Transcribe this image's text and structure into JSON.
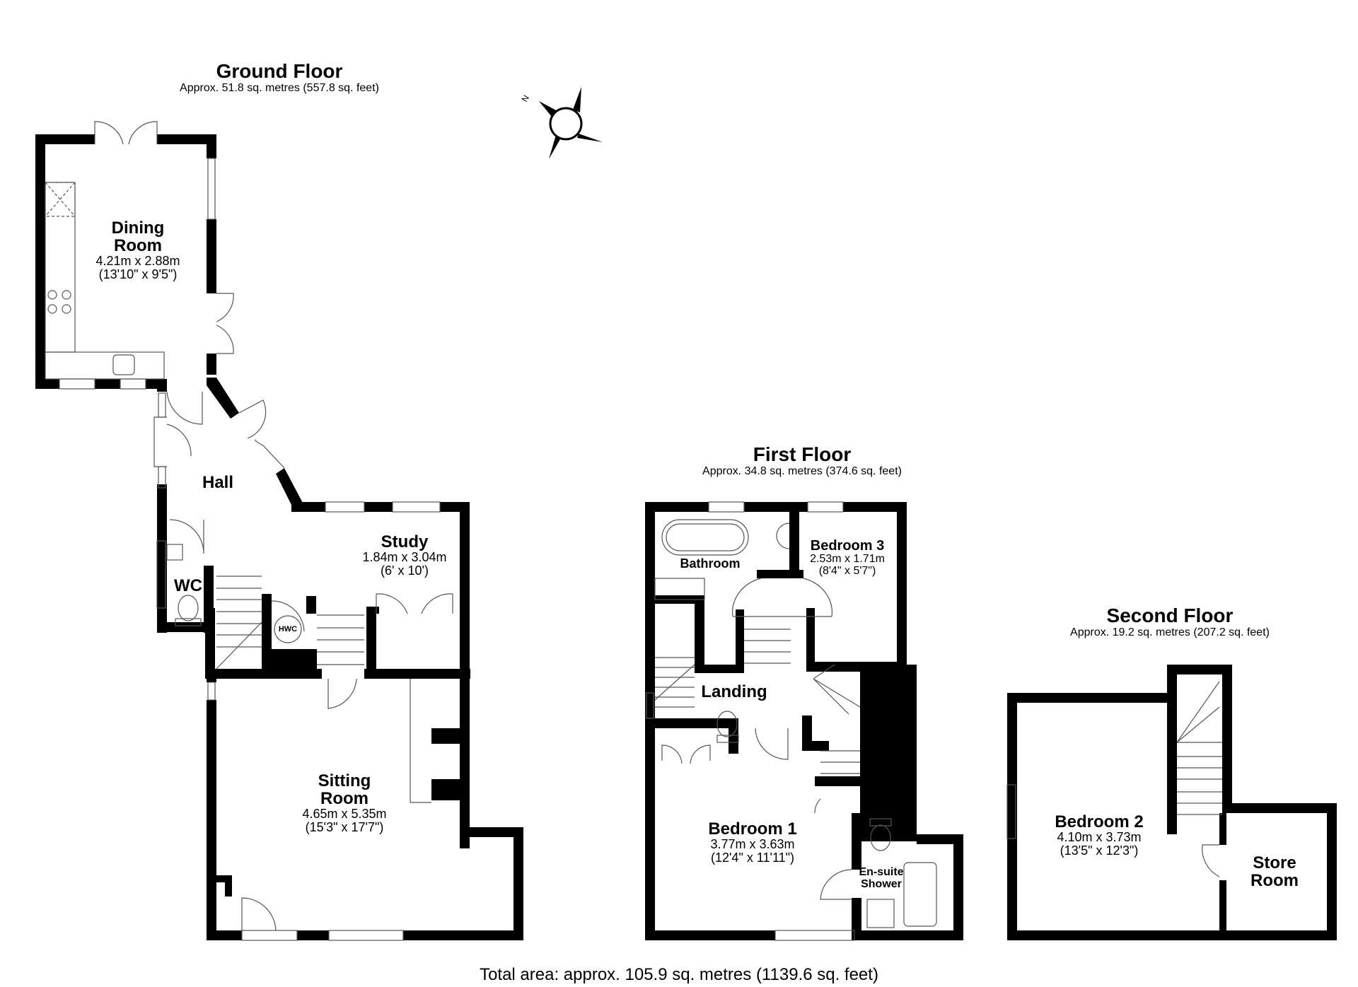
{
  "floors": {
    "ground": {
      "title": "Ground Floor",
      "area": "Approx. 51.8 sq. metres (557.8 sq. feet)",
      "rooms": [
        {
          "name_line1": "Dining",
          "name_line2": "Room",
          "dims_m": "4.21m x 2.88m",
          "dims_ft": "(13'10\" x 9'5\")"
        },
        {
          "name": "Hall"
        },
        {
          "name": "Study",
          "dims_m": "1.84m x 3.04m",
          "dims_ft": "(6' x 10')"
        },
        {
          "name": "WC"
        },
        {
          "name_line1": "Sitting",
          "name_line2": "Room",
          "dims_m": "4.65m x 5.35m",
          "dims_ft": "(15'3\" x 17'7\")"
        }
      ],
      "fixtures": {
        "hwc_label": "HWC"
      }
    },
    "first": {
      "title": "First Floor",
      "area": "Approx. 34.8 sq. metres (374.6 sq. feet)",
      "rooms": [
        {
          "name": "Bathroom"
        },
        {
          "name": "Bedroom 3",
          "dims_m": "2.53m x 1.71m",
          "dims_ft": "(8'4\" x 5'7\")"
        },
        {
          "name": "Landing"
        },
        {
          "name": "Bedroom 1",
          "dims_m": "3.77m x 3.63m",
          "dims_ft": "(12'4\" x 11'11\")"
        },
        {
          "name_line1": "En-suite",
          "name_line2": "Shower"
        }
      ]
    },
    "second": {
      "title": "Second Floor",
      "area": "Approx. 19.2 sq. metres (207.2 sq. feet)",
      "rooms": [
        {
          "name": "Bedroom 2",
          "dims_m": "4.10m x 3.73m",
          "dims_ft": "(13'5\" x 12'3\")"
        },
        {
          "name_line1": "Store",
          "name_line2": "Room"
        }
      ]
    }
  },
  "compass": {
    "icon": "compass-north-icon",
    "label": "N"
  },
  "total_area": "Total area: approx. 105.9 sq. metres (1139.6 sq. feet)",
  "colors": {
    "wall": "#000000",
    "background": "#ffffff",
    "fixture_line": "#555555"
  }
}
